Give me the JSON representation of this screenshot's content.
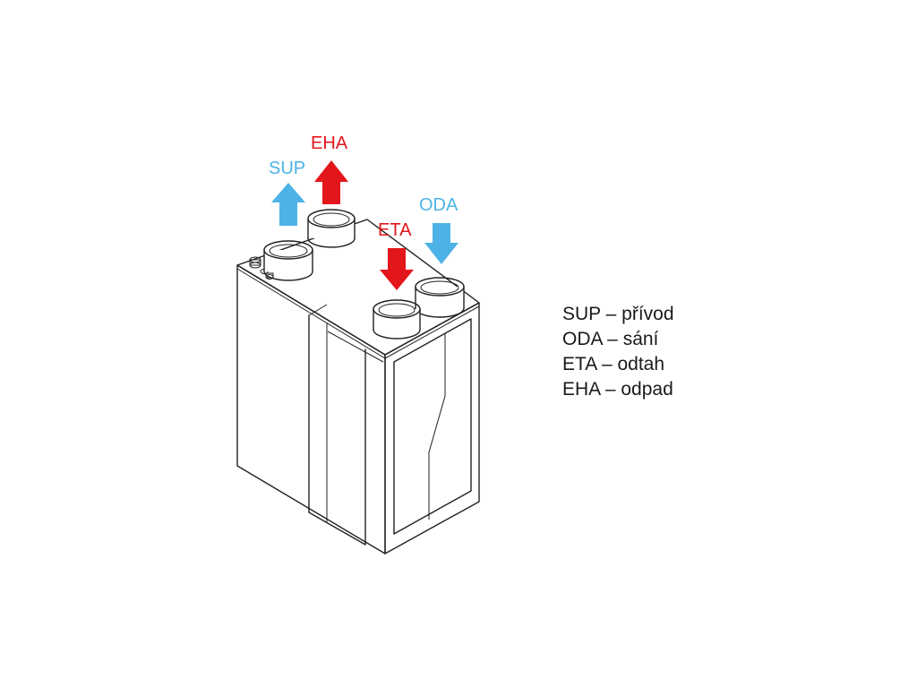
{
  "labels": {
    "sup": "SUP",
    "eha": "EHA",
    "eta": "ETA",
    "oda": "ODA"
  },
  "legend": [
    "SUP – přívod",
    "ODA – sání",
    "ETA – odtah",
    "EHA – odpad"
  ],
  "colors": {
    "supply": "#4db3e6",
    "exhaust": "#e3161b",
    "outline": "#222222"
  },
  "icons": {
    "sup_arrow": "arrow-up-icon",
    "eha_arrow": "arrow-up-icon",
    "eta_arrow": "arrow-down-icon",
    "oda_arrow": "arrow-down-icon"
  }
}
